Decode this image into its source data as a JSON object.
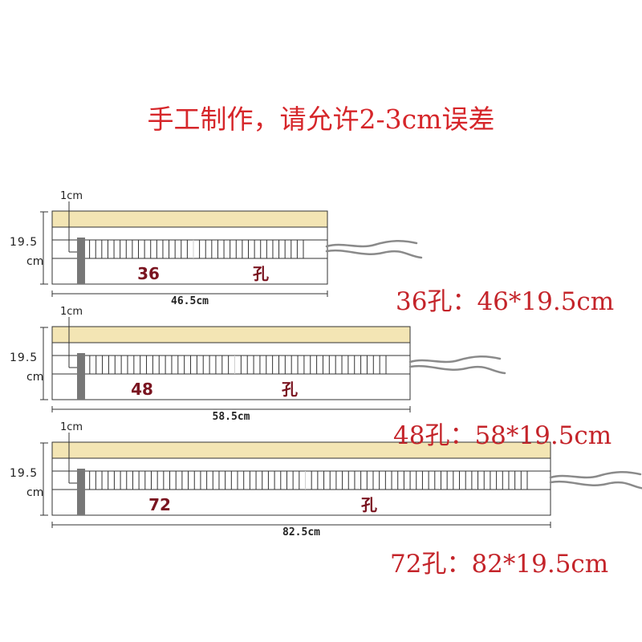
{
  "title": "手工制作，请允许2-3cm误差",
  "hole_char": "孔",
  "colors": {
    "title": "#d6262a",
    "spec": "#c4242a",
    "count": "#7a1420",
    "band": "#f3e5b4",
    "post": "#777777",
    "string": "#8a8a8a"
  },
  "variants": [
    {
      "id": "v36",
      "small_label": "1cm",
      "height_top": "19.5",
      "height_unit": "cm",
      "hole_count": "36",
      "holes": 36,
      "width_label": "46.5cm",
      "spec": "36孔：46*19.5cm"
    },
    {
      "id": "v48",
      "small_label": "1cm",
      "height_top": "19.5",
      "height_unit": "cm",
      "hole_count": "48",
      "holes": 48,
      "width_label": "58.5cm",
      "spec": "48孔：58*19.5cm"
    },
    {
      "id": "v72",
      "small_label": "1cm",
      "height_top": "19.5",
      "height_unit": "cm",
      "hole_count": "72",
      "holes": 72,
      "width_label": "82.5cm",
      "spec": "72孔：82*19.5cm"
    }
  ]
}
